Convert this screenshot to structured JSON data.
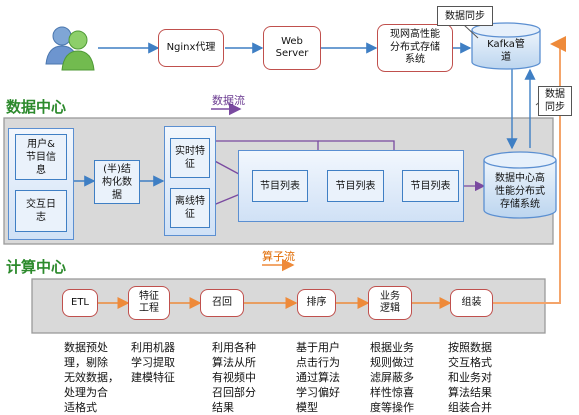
{
  "top_flow": {
    "nginx": "Nginx代理",
    "web_server_line1": "Web",
    "web_server_line2": "Server",
    "storage_line1": "现网高性能",
    "storage_line2": "分布式存储",
    "storage_line3": "系统",
    "kafka_line1": "Kafka管",
    "kafka_line2": "道",
    "data_sync_top": "数据同步",
    "data_sync_right_line1": "数据",
    "data_sync_right_line2": "同步"
  },
  "data_center": {
    "title": "数据中心",
    "flow_label": "数据流",
    "user_info_line1": "用户&",
    "user_info_line2": "节目信",
    "user_info_line3": "息",
    "interaction_log_line1": "交互日",
    "interaction_log_line2": "志",
    "semi_struct_line1": "(半)结",
    "semi_struct_line2": "构化数",
    "semi_struct_line3": "据",
    "realtime_feature_line1": "实时特",
    "realtime_feature_line2": "征",
    "offline_feature_line1": "离线特",
    "offline_feature_line2": "征",
    "program_list_1": "节目列表",
    "program_list_2": "节目列表",
    "program_list_3": "节目列表",
    "dc_storage_line1": "数据中心高",
    "dc_storage_line2": "性能分布式",
    "dc_storage_line3": "存储系统"
  },
  "compute_center": {
    "title": "计算中心",
    "flow_label": "算子流",
    "etl": "ETL",
    "feature_eng_line1": "特征",
    "feature_eng_line2": "工程",
    "recall": "召回",
    "rank": "排序",
    "biz_logic_line1": "业务",
    "biz_logic_line2": "逻辑",
    "assemble": "组装"
  },
  "descriptions": [
    [
      "数据预处",
      "理，剔除",
      "无效数据，",
      "处理为合",
      "适格式"
    ],
    [
      "利用机器",
      "学习提取",
      "建模特征"
    ],
    [
      "利用各种",
      "算法从所",
      "有视频中",
      "召回部分",
      "结果"
    ],
    [
      "基于用户",
      "点击行为",
      "通过算法",
      "学习偏好",
      "模型"
    ],
    [
      "根据业务",
      "规则做过",
      "滤屏蔽多",
      "样性惊喜",
      "度等操作"
    ],
    [
      "按照数据",
      "交互格式",
      "和业务对",
      "算法结果",
      "组装合并"
    ]
  ]
}
